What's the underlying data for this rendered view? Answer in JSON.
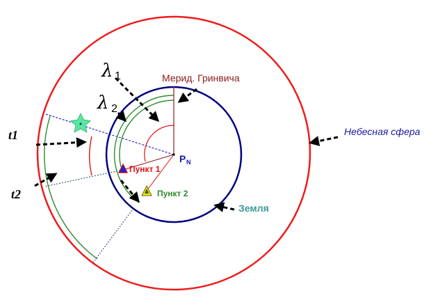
{
  "labels": {
    "lambda1": "λ",
    "lambda1_sub": "1",
    "lambda2": "λ",
    "lambda2_sub": "2",
    "meridian": "Мерид. Гринвича",
    "celestial_sphere": "Небесная сфера",
    "t1": "t1",
    "t2": "t2",
    "pole": "P",
    "pole_sub": "N",
    "point1": "Пункт 1",
    "point2": "Пункт 2",
    "earth": "Земля"
  },
  "icons": {
    "star": "star-icon",
    "point1_marker": "triangle-marker-icon",
    "point2_marker": "triangle-marker-icon"
  },
  "colors": {
    "celestial_sphere": "#ee1c1c",
    "earth": "#000080",
    "meridian": "#8b1a1a",
    "green_arcs": "#2e8b2e",
    "red_arcs": "#e01010",
    "label_blue": "#1a1aa0",
    "earth_label": "#3a9a9a",
    "star_fill": "#55e8a0"
  }
}
